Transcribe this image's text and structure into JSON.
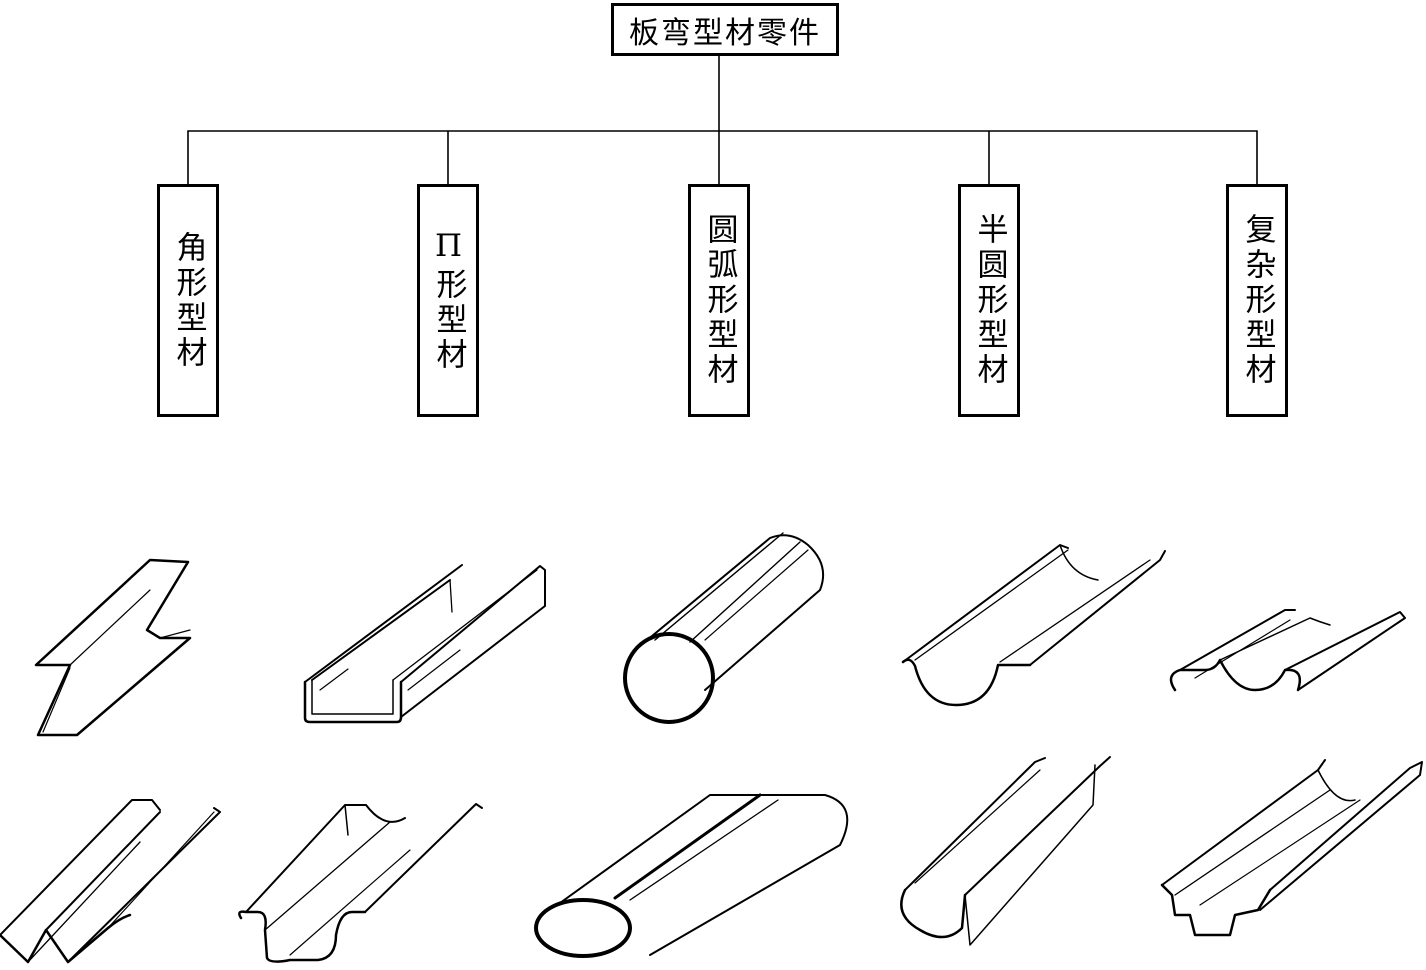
{
  "root": {
    "label": "板弯型材零件"
  },
  "categories": [
    {
      "id": "angle",
      "label": "角形型材"
    },
    {
      "id": "pi",
      "label": "Π形型材"
    },
    {
      "id": "arc",
      "label": "圆弧形型材"
    },
    {
      "id": "semicircle",
      "label": "半圆形型材"
    },
    {
      "id": "complex",
      "label": "复杂形型材"
    }
  ]
}
